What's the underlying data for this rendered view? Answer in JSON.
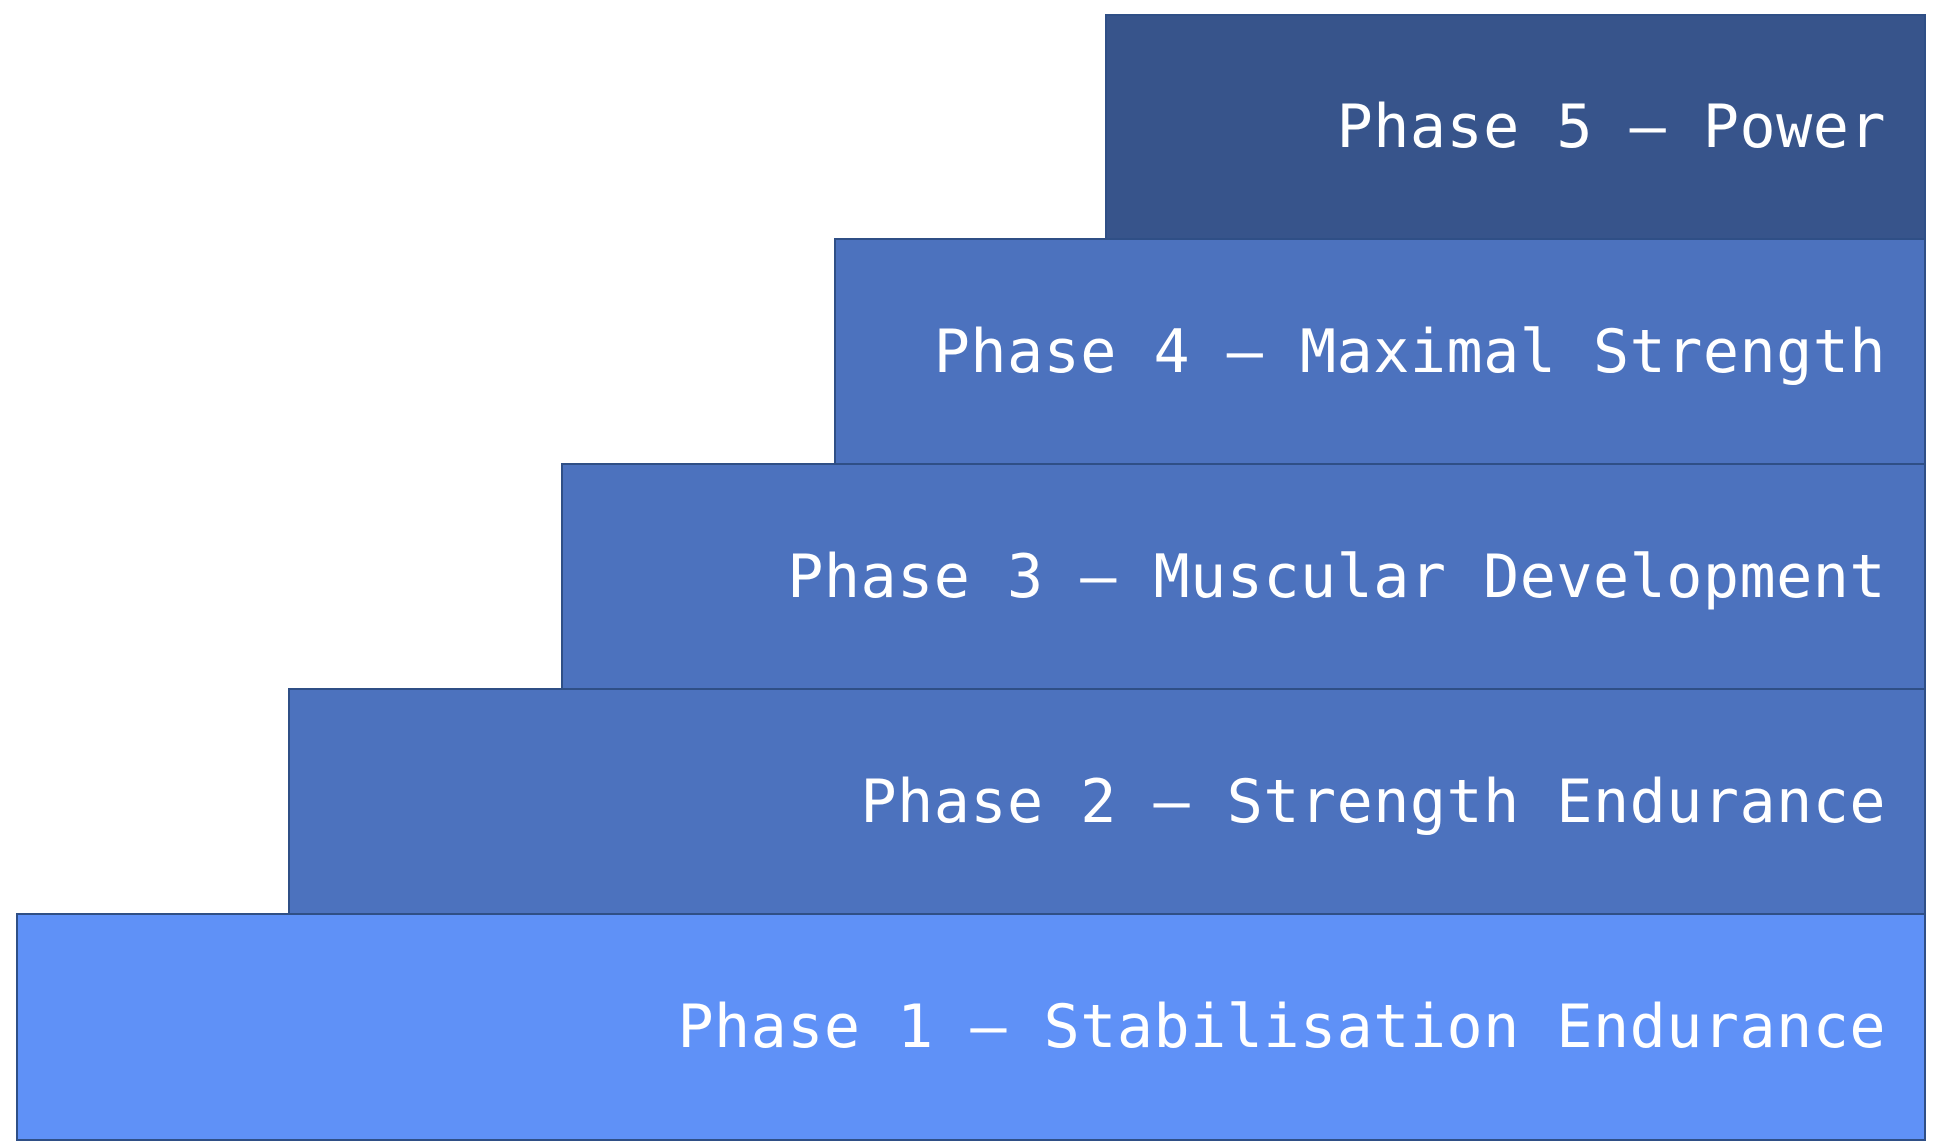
{
  "colors": {
    "phase_1": "#5f91f7",
    "phase_2": "#4c72be",
    "phase_3": "#4c72be",
    "phase_4": "#4c72be",
    "phase_5": "#37548b",
    "label_text": "#ffffff",
    "border": "#2f4f86"
  },
  "phases": [
    {
      "label": "Phase 1 – Stabilisation Endurance"
    },
    {
      "label": "Phase 2 – Strength Endurance"
    },
    {
      "label": "Phase 3 – Muscular Development"
    },
    {
      "label": "Phase 4 – Maximal Strength"
    },
    {
      "label": "Phase 5 – Power"
    }
  ]
}
